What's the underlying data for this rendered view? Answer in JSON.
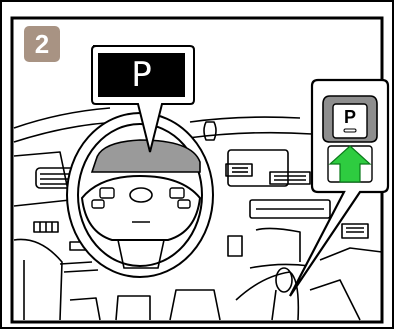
{
  "step_badge": {
    "number": "2"
  },
  "cluster_callout": {
    "gear_text": "P"
  },
  "shift_callout": {
    "gear_text": "P"
  },
  "colors": {
    "badge": "#a89383",
    "callout_fill": "#000000",
    "cluster_gray": "#9a9a9a",
    "arrow_green": "#2ecc40",
    "button_gray": "#8e8e8e"
  },
  "icons": [
    "instrument-cluster-callout",
    "shift-button-callout",
    "push-arrow-icon"
  ]
}
